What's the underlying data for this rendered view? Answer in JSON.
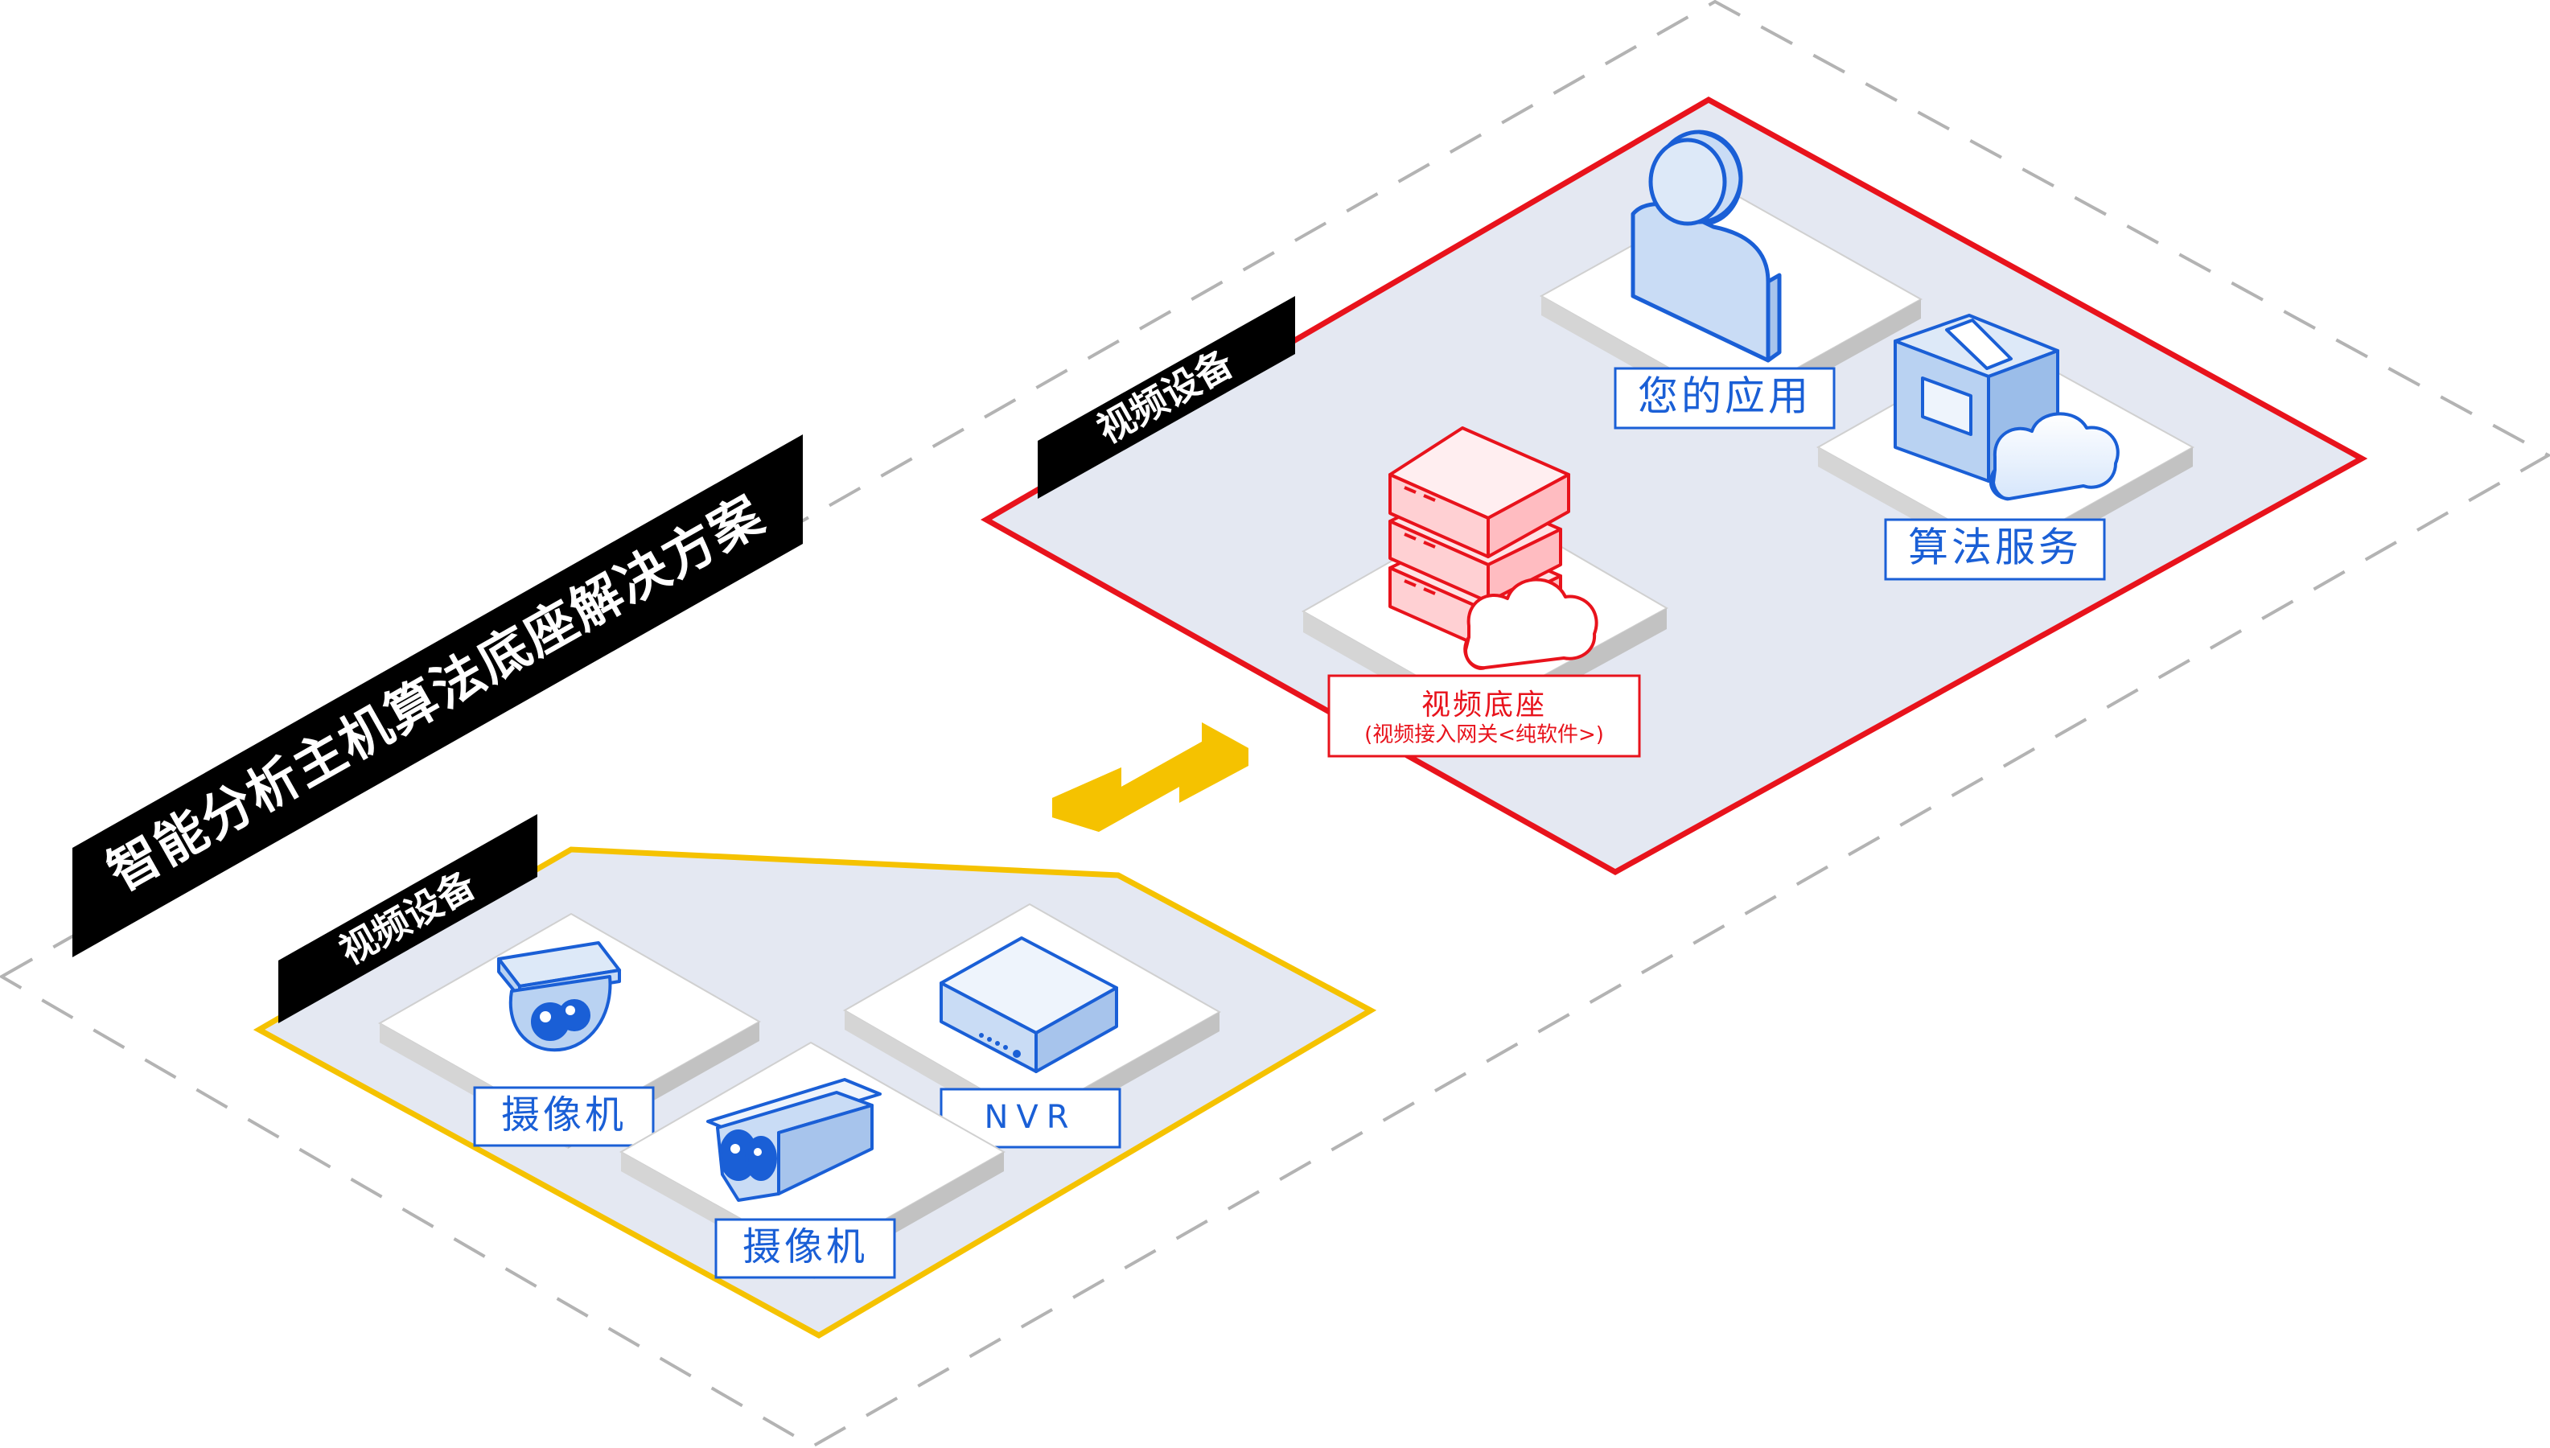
{
  "colors": {
    "background": "#ffffff",
    "dashed_border": "#b3b3b3",
    "zone_fill": "#e4e8f2",
    "red_accent": "#e8131c",
    "yellow_accent": "#f5c200",
    "blue_icon": "#1a5fd6",
    "blue_icon_fill": "#c9dcf5",
    "label_bg": "#000000",
    "label_text": "#ffffff",
    "platform_top": "#ffffff",
    "platform_side": "#d9d9d9"
  },
  "title": "智能分析主机算法底座解决方案",
  "right_zone": {
    "banner": "视频设备",
    "items": {
      "app": {
        "label": "您的应用",
        "icon": "user-icon"
      },
      "algo": {
        "label": "算法服务",
        "icon": "algorithm-cloud-icon"
      },
      "base": {
        "label": "视频底座",
        "sublabel": "(视频接入网关<纯软件>)",
        "icon": "server-cloud-icon"
      }
    }
  },
  "left_zone": {
    "banner": "视频设备",
    "items": {
      "dome": {
        "label": "摄像机",
        "icon": "dome-camera-icon"
      },
      "nvr": {
        "label": "NVR",
        "icon": "nvr-icon"
      },
      "bullet": {
        "label": "摄像机",
        "icon": "bullet-camera-icon"
      }
    }
  },
  "connector": {
    "icon": "double-arrow-icon"
  }
}
